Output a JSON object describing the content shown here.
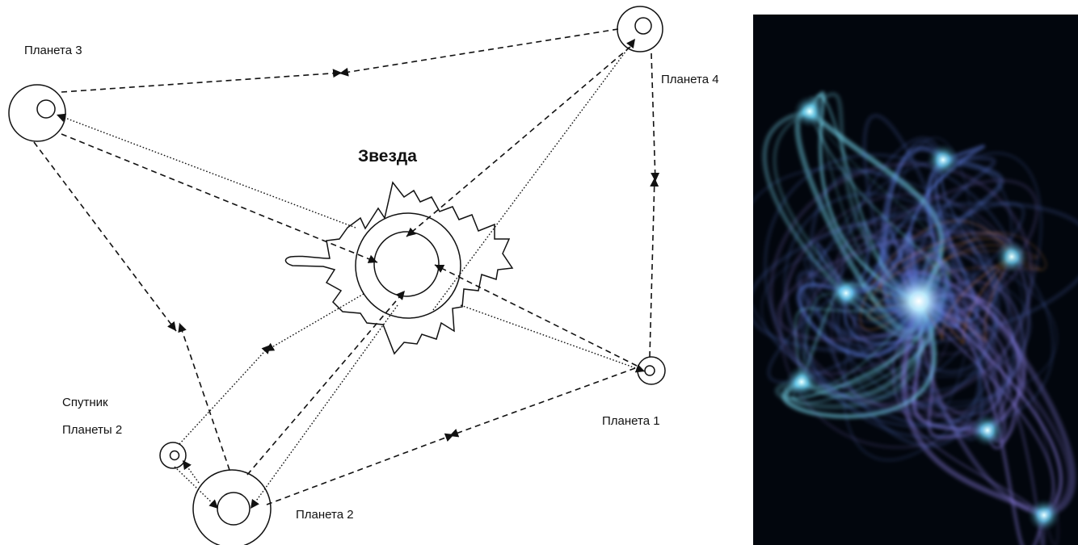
{
  "diagram": {
    "star_label": "Звезда",
    "planet1_label": "Планета 1",
    "planet2_label": "Планета  2",
    "planet3_label": "Планета 3",
    "planet4_label": "Планета 4",
    "satellite_label_line1": "Спутник",
    "satellite_label_line2": "Планеты 2"
  },
  "artwork": {
    "name": "fractal-flame-artwork",
    "colors": {
      "background": "#02060d",
      "cyan": "#7fe6ff",
      "blue": "#5a78d8",
      "violet": "#8a7ce0",
      "orange": "#d88a3a"
    }
  }
}
